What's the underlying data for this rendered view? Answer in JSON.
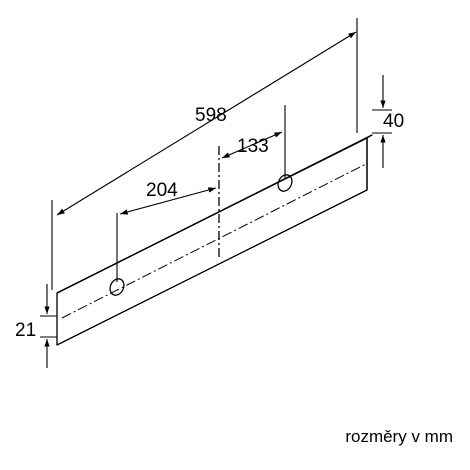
{
  "diagram": {
    "dimensions": {
      "total_width": "598",
      "depth": "40",
      "center_offset": "133",
      "hole_spacing": "204",
      "height": "21"
    }
  },
  "footer": {
    "units_note": "rozměry v mm"
  },
  "colors": {
    "line": "#000000",
    "background": "#ffffff"
  }
}
